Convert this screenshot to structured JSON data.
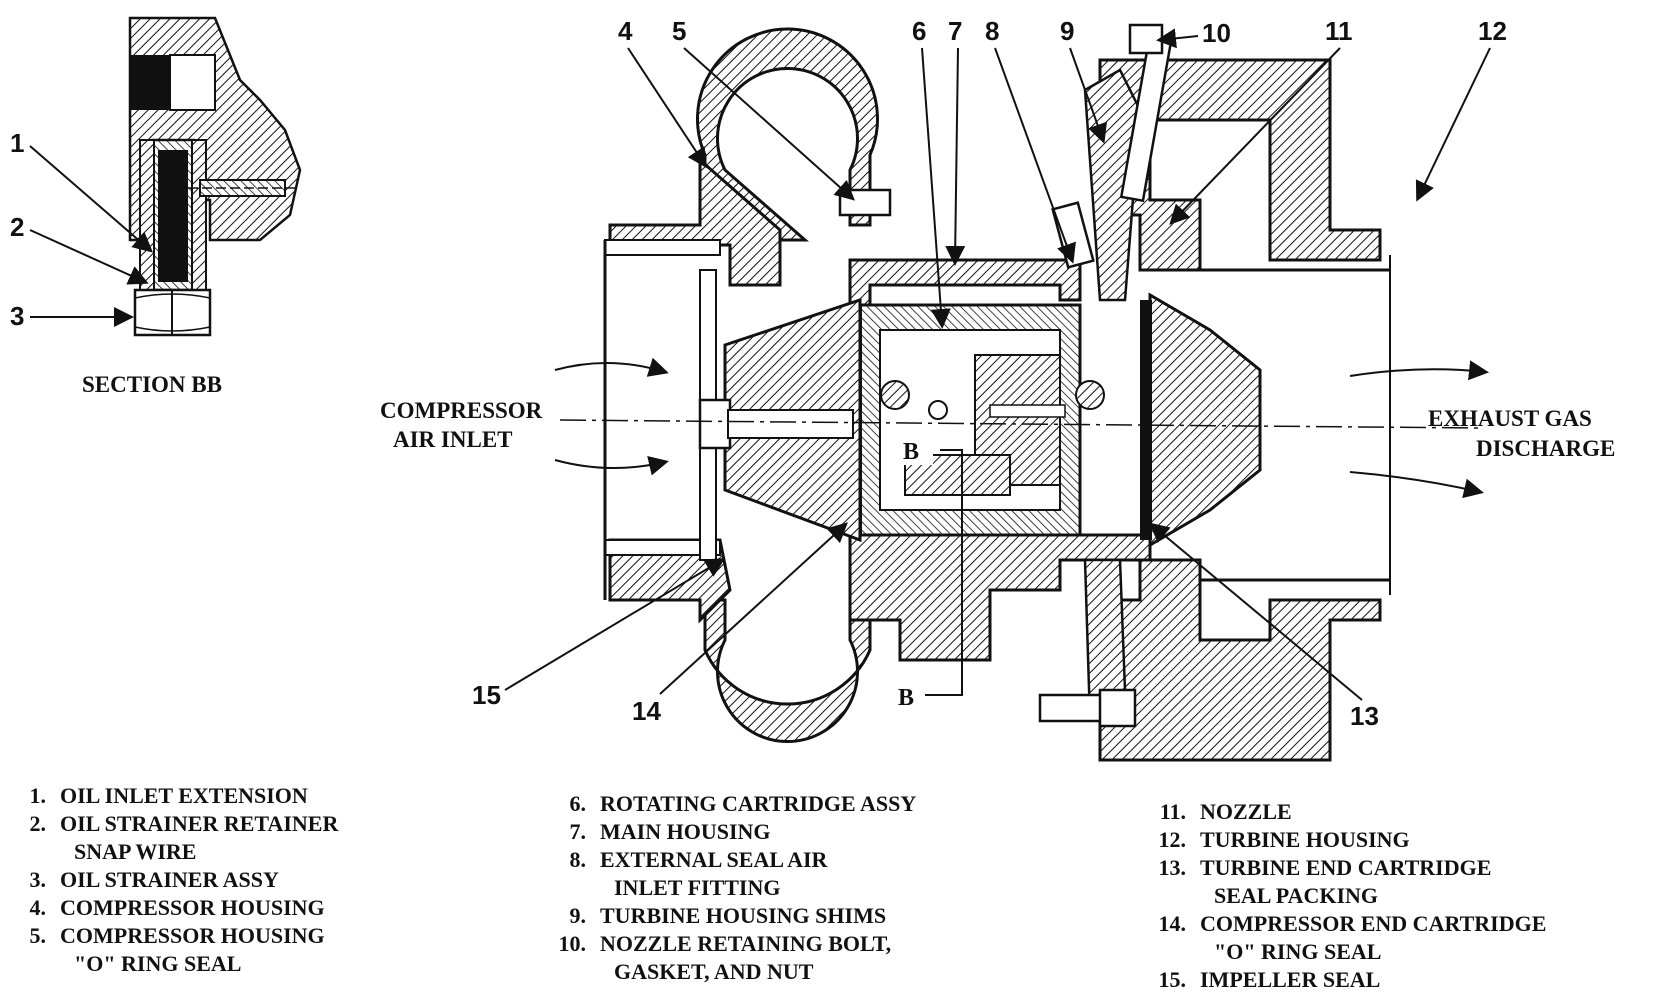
{
  "section": {
    "title": "SECTION BB",
    "callouts": [
      "3",
      "2",
      "1"
    ]
  },
  "labels": {
    "inlet_line1": "COMPRESSOR",
    "inlet_line2": "AIR INLET",
    "exhaust_line1": "EXHAUST GAS",
    "exhaust_line2": "DISCHARGE",
    "section_marker_top": "B",
    "section_marker_bottom": "B"
  },
  "callouts": {
    "c4": "4",
    "c5": "5",
    "c6": "6",
    "c7": "7",
    "c8": "8",
    "c9": "9",
    "c10": "10",
    "c11": "11",
    "c12": "12",
    "c13": "13",
    "c14": "14",
    "c15": "15"
  },
  "legend": {
    "col1": [
      {
        "num": "1.",
        "text": "OIL INLET EXTENSION"
      },
      {
        "num": "2.",
        "text": "OIL STRAINER RETAINER",
        "cont": "SNAP WIRE"
      },
      {
        "num": "3.",
        "text": "OIL STRAINER ASSY"
      },
      {
        "num": "4.",
        "text": "COMPRESSOR HOUSING"
      },
      {
        "num": "5.",
        "text": "COMPRESSOR HOUSING",
        "cont": "\"O\" RING SEAL"
      }
    ],
    "col2": [
      {
        "num": "6.",
        "text": "ROTATING CARTRIDGE ASSY"
      },
      {
        "num": "7.",
        "text": "MAIN HOUSING"
      },
      {
        "num": "8.",
        "text": "EXTERNAL SEAL AIR",
        "cont": "INLET FITTING"
      },
      {
        "num": "9.",
        "text": "TURBINE HOUSING SHIMS"
      },
      {
        "num": "10.",
        "text": "NOZZLE RETAINING BOLT,",
        "cont": "GASKET, AND NUT"
      }
    ],
    "col3": [
      {
        "num": "11.",
        "text": "NOZZLE"
      },
      {
        "num": "12.",
        "text": "TURBINE HOUSING"
      },
      {
        "num": "13.",
        "text": "TURBINE END CARTRIDGE",
        "cont": "SEAL PACKING"
      },
      {
        "num": "14.",
        "text": "COMPRESSOR END CARTRIDGE",
        "cont": "\"O\" RING SEAL"
      },
      {
        "num": "15.",
        "text": "IMPELLER SEAL"
      }
    ]
  },
  "colors": {
    "ink": "#111111",
    "paper": "#ffffff"
  }
}
